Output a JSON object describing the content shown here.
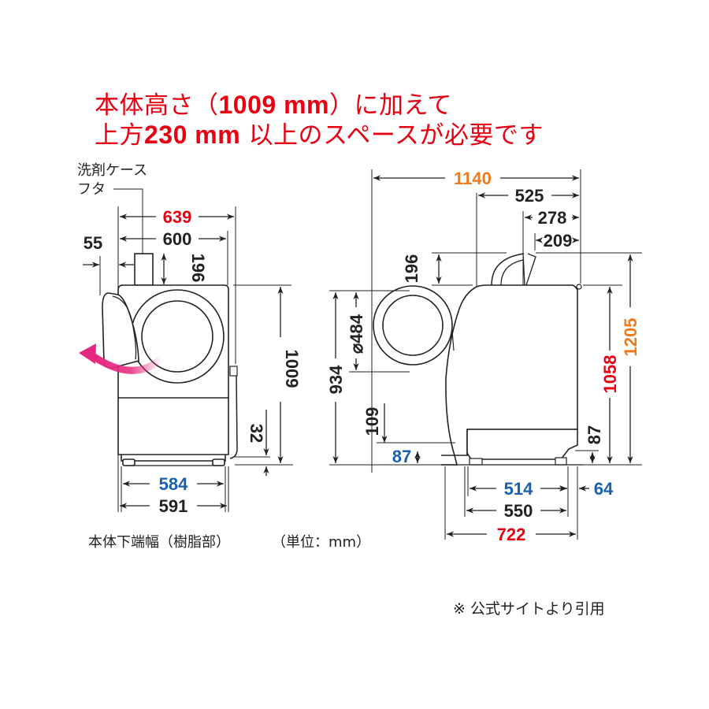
{
  "headline": {
    "line1_pre": "本体高さ（",
    "line1_num": "1009 mm",
    "line1_post": "）に加えて",
    "line2_pre": "上方",
    "line2_num": "230 mm",
    "line2_post": " 以上のスペースが必要です",
    "color": "#e60012"
  },
  "front_view": {
    "detergent_label_line1": "洗剤ケース",
    "detergent_label_line2": "フタ",
    "dims": {
      "width_with_lid": "639",
      "body_width": "600",
      "lid_offset": "55",
      "lid_height": "196",
      "body_height": "1009",
      "base_gap": "32",
      "bottom_inner_width": "584",
      "bottom_width": "591"
    },
    "bottom_caption": "本体下端幅（樹脂部）",
    "unit_caption": "（単位：mm）"
  },
  "side_view": {
    "dims": {
      "depth_door_open": "1140",
      "lid_open_depth": "525",
      "lid_offset_1": "278",
      "lid_offset_2": "209",
      "lid_height": "196",
      "door_height": "934",
      "door_diameter": "⌀484",
      "door_bottom_height": "109",
      "base_height_front": "87",
      "base_height_rear": "87",
      "body_height_with_hose": "1058",
      "height_lid_open": "1205",
      "base_depth_inner": "514",
      "base_depth": "550",
      "total_depth": "722",
      "rear_offset": "64"
    }
  },
  "colors": {
    "red": "#e60012",
    "orange": "#ee7a1c",
    "blue": "#1a5fb4",
    "black": "#222222",
    "arrow_pink": "#e5287f"
  },
  "credit": "※ 公式サイトより引用"
}
